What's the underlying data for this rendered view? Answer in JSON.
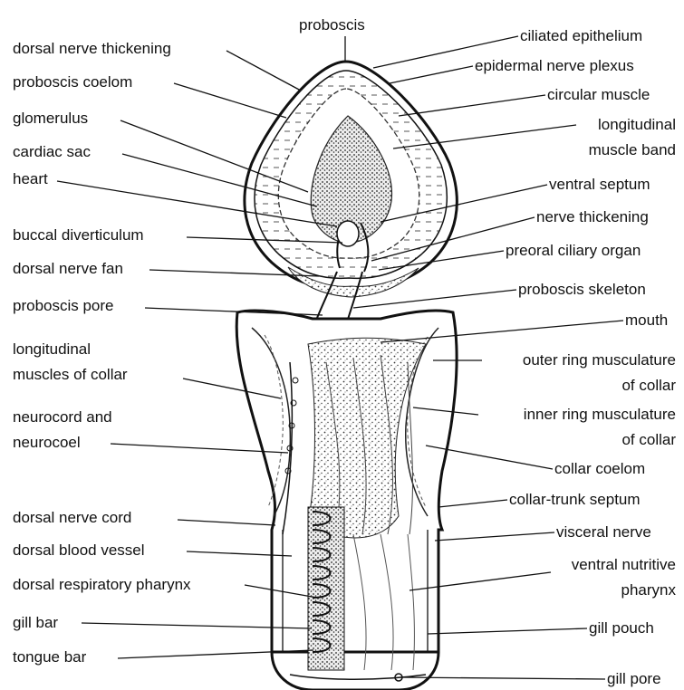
{
  "title": "proboscis",
  "labels_left": {
    "dorsal_nerve_thickening": "dorsal nerve thickening",
    "proboscis_coelom": "proboscis coelom",
    "glomerulus": "glomerulus",
    "cardiac_sac": "cardiac sac",
    "heart": "heart",
    "buccal_diverticulum": "buccal diverticulum",
    "dorsal_nerve_fan": "dorsal nerve fan",
    "proboscis_pore": "proboscis pore",
    "longitudinal_muscles_1": "longitudinal",
    "longitudinal_muscles_2": "muscles of collar",
    "neurocord_1": "neurocord and",
    "neurocord_2": "neurocoel",
    "dorsal_nerve_cord": "dorsal nerve cord",
    "dorsal_blood_vessel": "dorsal blood vessel",
    "dorsal_respiratory_pharynx": "dorsal respiratory pharynx",
    "gill_bar": "gill bar",
    "tongue_bar": "tongue bar"
  },
  "labels_right": {
    "ciliated_epithelium": "ciliated epithelium",
    "epidermal_nerve_plexus": "epidermal nerve plexus",
    "circular_muscle": "circular muscle",
    "longitudinal_band_1": "longitudinal",
    "longitudinal_band_2": "muscle band",
    "ventral_septum": "ventral septum",
    "nerve_thickening": "nerve thickening",
    "preoral_ciliary_organ": "preoral ciliary organ",
    "proboscis_skeleton": "proboscis skeleton",
    "mouth": "mouth",
    "outer_ring_1": "outer ring musculature",
    "outer_ring_2": "of collar",
    "inner_ring_1": "inner ring musculature",
    "inner_ring_2": "of collar",
    "collar_coelom": "collar coelom",
    "collar_trunk_septum": "collar-trunk septum",
    "visceral_nerve": "visceral nerve",
    "ventral_nutritive_1": "ventral nutritive",
    "ventral_nutritive_2": "pharynx",
    "gill_pouch": "gill pouch",
    "gill_pore": "gill pore"
  }
}
